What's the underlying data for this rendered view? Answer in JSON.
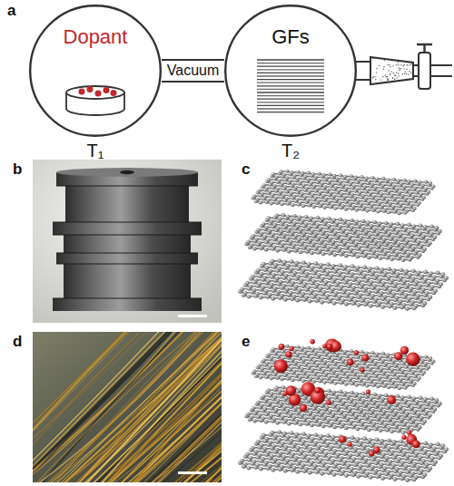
{
  "diagram": {
    "nodes": [
      {
        "text": [
          "Dopant",
          "T₁"
        ]
      },
      {
        "text": [
          "GFs",
          "T₂"
        ]
      }
    ],
    "edges": [
      {
        "from": 0,
        "to": 1,
        "label": "Vacuum",
        "arrow": "none"
      }
    ],
    "labels": [
      "a",
      "b",
      "c",
      "d",
      "e"
    ]
  }
}
